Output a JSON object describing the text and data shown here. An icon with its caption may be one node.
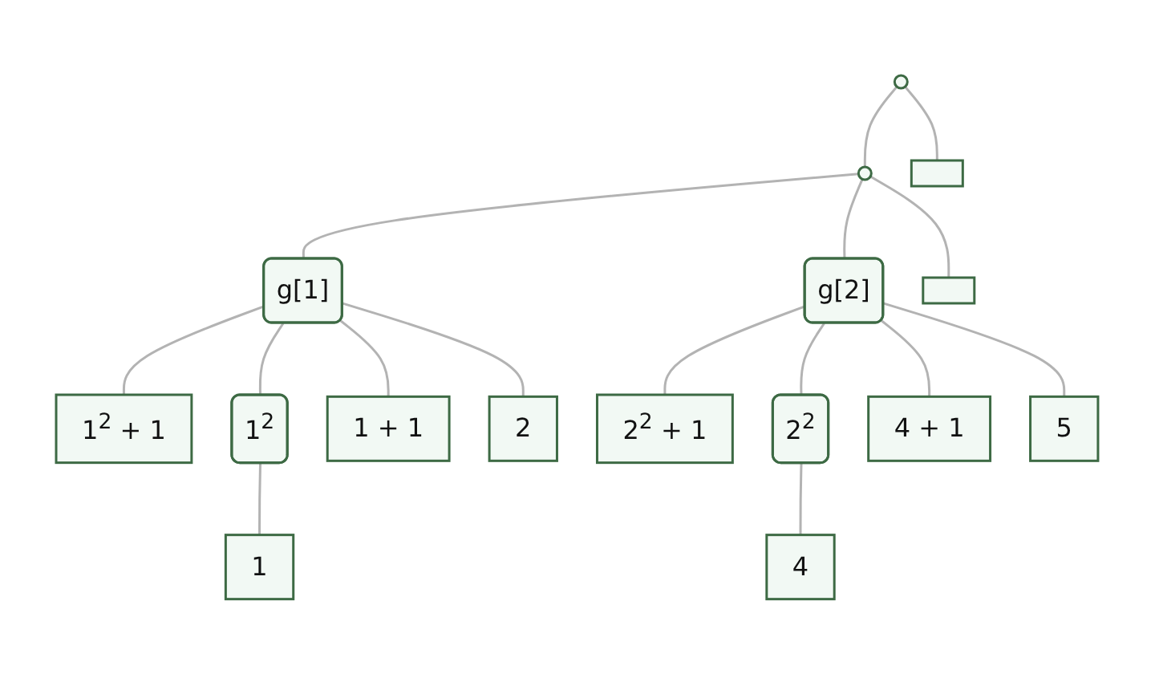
{
  "diagram": {
    "nodes": [
      {
        "text": [],
        "shape": "circle"
      },
      {
        "text": [],
        "shape": "circle"
      },
      {
        "text": [],
        "shape": "box"
      },
      {
        "text": [
          "g[1]"
        ]
      },
      {
        "text": [
          "g[2]"
        ]
      },
      {
        "text": [],
        "shape": "box"
      },
      {
        "text": [
          "1$^{2}$ + 1"
        ]
      },
      {
        "text": [
          "1$^{2}$"
        ]
      },
      {
        "text": [
          "1 + 1"
        ]
      },
      {
        "text": [
          "2"
        ]
      },
      {
        "text": [
          "2$^{2}$ + 1"
        ]
      },
      {
        "text": [
          "2$^{2}$"
        ]
      },
      {
        "text": [
          "4 + 1"
        ]
      },
      {
        "text": [
          "5"
        ]
      },
      {
        "text": [
          "1"
        ]
      },
      {
        "text": [
          "4"
        ]
      }
    ],
    "edges": [
      {
        "from": 0,
        "to": 1,
        "arrow": "none"
      },
      {
        "from": 0,
        "to": 2,
        "arrow": "none"
      },
      {
        "from": 1,
        "to": 3,
        "arrow": "none"
      },
      {
        "from": 1,
        "to": 4,
        "arrow": "none"
      },
      {
        "from": 1,
        "to": 5,
        "arrow": "none"
      },
      {
        "from": 3,
        "to": 6,
        "arrow": "none"
      },
      {
        "from": 3,
        "to": 7,
        "arrow": "none"
      },
      {
        "from": 3,
        "to": 8,
        "arrow": "none"
      },
      {
        "from": 3,
        "to": 9,
        "arrow": "none"
      },
      {
        "from": 7,
        "to": 14,
        "arrow": "none"
      },
      {
        "from": 4,
        "to": 10,
        "arrow": "none"
      },
      {
        "from": 4,
        "to": 11,
        "arrow": "none"
      },
      {
        "from": 4,
        "to": 12,
        "arrow": "none"
      },
      {
        "from": 4,
        "to": 13,
        "arrow": "none"
      },
      {
        "from": 11,
        "to": 15,
        "arrow": "none"
      }
    ]
  }
}
